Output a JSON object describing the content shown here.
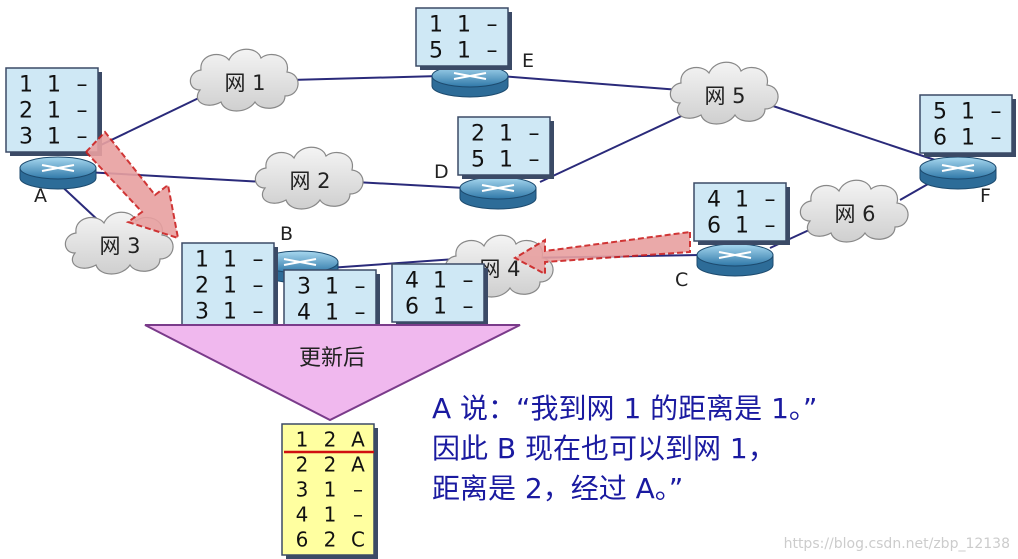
{
  "routers": {
    "A": {
      "label": "A",
      "table": [
        [
          "1",
          "1",
          "–"
        ],
        [
          "2",
          "1",
          "–"
        ],
        [
          "3",
          "1",
          "–"
        ]
      ]
    },
    "E": {
      "label": "E",
      "table": [
        [
          "1",
          "1",
          "–"
        ],
        [
          "5",
          "1",
          "–"
        ]
      ]
    },
    "D": {
      "label": "D",
      "table": [
        [
          "2",
          "1",
          "–"
        ],
        [
          "5",
          "1",
          "–"
        ]
      ]
    },
    "F": {
      "label": "F",
      "table": [
        [
          "5",
          "1",
          "–"
        ],
        [
          "6",
          "1",
          "–"
        ]
      ]
    },
    "C": {
      "label": "C",
      "table": [
        [
          "4",
          "1",
          "–"
        ],
        [
          "6",
          "1",
          "–"
        ]
      ]
    },
    "B": {
      "label": "B"
    }
  },
  "networks": {
    "net1": "网 1",
    "net2": "网 2",
    "net3": "网 3",
    "net4": "网 4",
    "net5": "网 5",
    "net6": "网 6"
  },
  "b_tables": {
    "b_from_a": [
      [
        "1",
        "1",
        "–"
      ],
      [
        "2",
        "1",
        "–"
      ],
      [
        "3",
        "1",
        "–"
      ]
    ],
    "b_own": [
      [
        "3",
        "1",
        "–"
      ],
      [
        "4",
        "1",
        "–"
      ]
    ],
    "b_from_c": [
      [
        "4",
        "1",
        "–"
      ],
      [
        "6",
        "1",
        "–"
      ]
    ]
  },
  "update_label": "更新后",
  "result_table": [
    [
      "1",
      "2",
      "A"
    ],
    [
      "2",
      "2",
      "A"
    ],
    [
      "3",
      "1",
      "–"
    ],
    [
      "4",
      "1",
      "–"
    ],
    [
      "6",
      "2",
      "C"
    ]
  ],
  "caption": {
    "line1": "A 说：“我到网 1 的距离是 1。”",
    "line2": "因此 B 现在也可以到网 1，",
    "line3": "距离是 2，经过 A。”"
  },
  "watermark": "https://blog.csdn.net/zbp_12138",
  "colors": {
    "link": "#2a2a7a",
    "table_fill": "#cfe8f5",
    "result_fill": "#ffffa0",
    "arrow_fill": "#e8a0a0",
    "arrow_stroke": "#cc2020",
    "funnel_fill": "#f0b8ee",
    "caption": "#1a1aa0",
    "router_top": "#6fb6d8",
    "router_side": "#2d6c98"
  }
}
